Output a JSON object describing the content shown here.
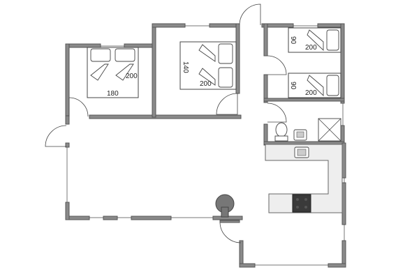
{
  "plan": {
    "bedroom_left": {
      "bed_width": "180",
      "bed_length": "200"
    },
    "bedroom_middle": {
      "bed_width": "140",
      "bed_length": "200"
    },
    "bunk_room_top": {
      "bed_width": "90",
      "bed_length": "200"
    },
    "bunk_room_bottom": {
      "bed_width": "90",
      "bed_length": "200"
    }
  },
  "colors": {
    "wall": "#8a8a8a",
    "hob": "#3a3a3a",
    "stove": "#777777",
    "counter": "#eeeeee"
  }
}
